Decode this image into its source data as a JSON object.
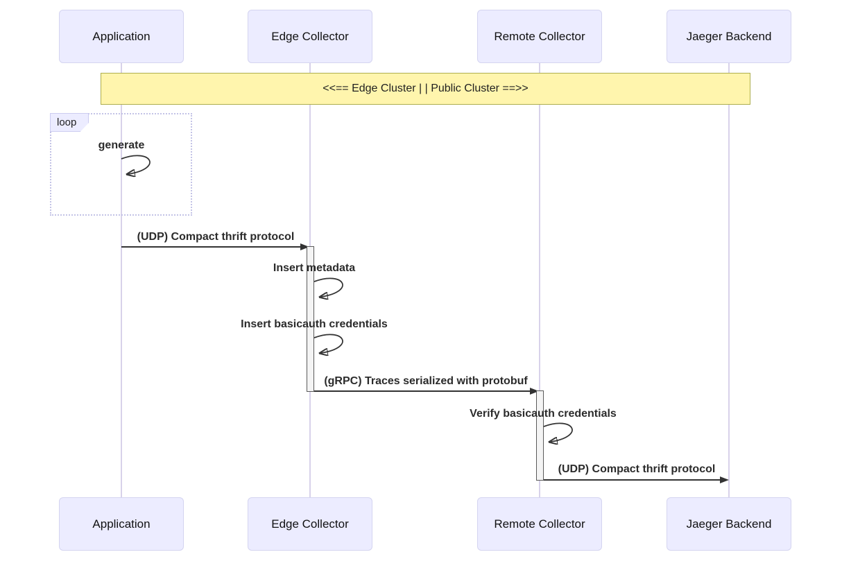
{
  "participants": [
    {
      "id": "application",
      "label": "Application"
    },
    {
      "id": "edge-collector",
      "label": "Edge Collector"
    },
    {
      "id": "remote-collector",
      "label": "Remote Collector"
    },
    {
      "id": "jaeger-backend",
      "label": "Jaeger Backend"
    }
  ],
  "note": {
    "text": "<<== Edge Cluster | | Public Cluster ==>>"
  },
  "loop_frame": {
    "label": "loop"
  },
  "messages": [
    {
      "text": "generate",
      "from": "Application",
      "to": "Application",
      "kind": "self"
    },
    {
      "text": "(UDP) Compact thrift protocol",
      "from": "Application",
      "to": "Edge Collector",
      "kind": "arrow"
    },
    {
      "text": "Insert metadata",
      "from": "Edge Collector",
      "to": "Edge Collector",
      "kind": "self"
    },
    {
      "text": "Insert basicauth credentials",
      "from": "Edge Collector",
      "to": "Edge Collector",
      "kind": "self"
    },
    {
      "text": "(gRPC) Traces serialized with protobuf",
      "from": "Edge Collector",
      "to": "Remote Collector",
      "kind": "arrow"
    },
    {
      "text": "Verify basicauth credentials",
      "from": "Remote Collector",
      "to": "Remote Collector",
      "kind": "self"
    },
    {
      "text": "(UDP) Compact thrift protocol",
      "from": "Remote Collector",
      "to": "Jaeger Backend",
      "kind": "arrow"
    }
  ],
  "colors": {
    "participant_fill": "#ECECFF",
    "participant_border": "#D4D4F0",
    "note_fill": "#FFF5AD",
    "note_border": "#ADAD4D",
    "lifeline": "#D8D2EA",
    "loop_border": "#C3C3E6",
    "activation_fill": "#F4F4F4",
    "activation_border": "#5A5A5A",
    "arrow": "#333333"
  }
}
